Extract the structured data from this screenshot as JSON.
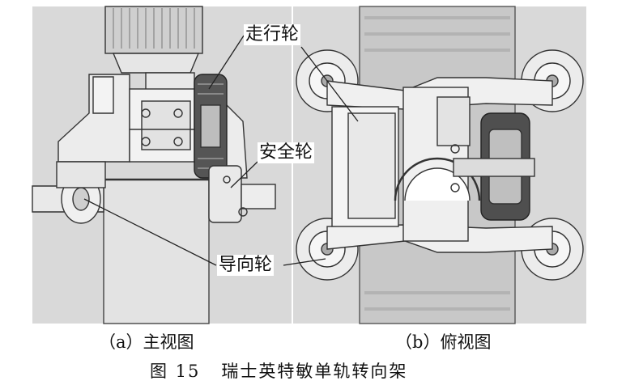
{
  "labels": {
    "travel_wheel": "走行轮",
    "safety_wheel": "安全轮",
    "guide_wheel": "导向轮"
  },
  "subcaptions": {
    "a": "（a）主视图",
    "b": "（b）俯视图"
  },
  "caption": "图 15   瑞士英特敏单轨转向架"
}
